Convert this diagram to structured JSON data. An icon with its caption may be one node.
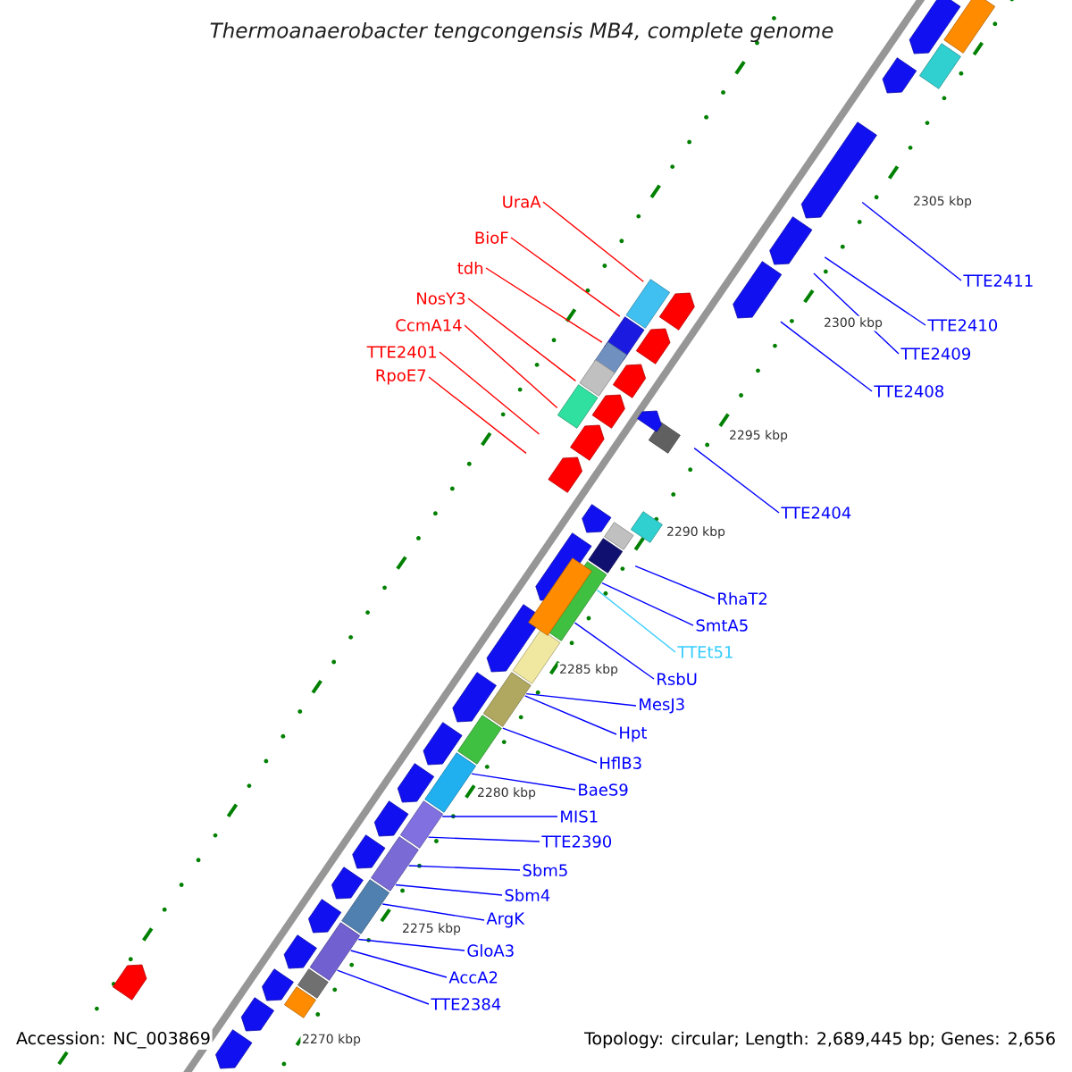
{
  "diagram": {
    "title": "Thermoanaerobacter tengcongensis MB4, complete genome",
    "nodes": [
      {
        "text": [
          "UraA"
        ]
      },
      {
        "text": [
          "BioF"
        ]
      },
      {
        "text": [
          "tdh"
        ]
      },
      {
        "text": [
          "NosY3"
        ]
      },
      {
        "text": [
          "CcmA14"
        ]
      },
      {
        "text": [
          "TTE2401"
        ]
      },
      {
        "text": [
          "RpoE7"
        ]
      },
      {
        "text": [
          "TTE2411"
        ]
      },
      {
        "text": [
          "TTE2410"
        ]
      },
      {
        "text": [
          "TTE2409"
        ]
      },
      {
        "text": [
          "TTE2408"
        ]
      },
      {
        "text": [
          "TTE2404"
        ]
      },
      {
        "text": [
          "RhaT2"
        ]
      },
      {
        "text": [
          "SmtA5"
        ]
      },
      {
        "text": [
          "TTEt51"
        ]
      },
      {
        "text": [
          "RsbU"
        ]
      },
      {
        "text": [
          "MesJ3"
        ]
      },
      {
        "text": [
          "Hpt"
        ]
      },
      {
        "text": [
          "HflB3"
        ]
      },
      {
        "text": [
          "BaeS9"
        ]
      },
      {
        "text": [
          "MIS1"
        ]
      },
      {
        "text": [
          "TTE2390"
        ]
      },
      {
        "text": [
          "Sbm5"
        ]
      },
      {
        "text": [
          "Sbm4"
        ]
      },
      {
        "text": [
          "ArgK"
        ]
      },
      {
        "text": [
          "GloA3"
        ]
      },
      {
        "text": [
          "AccA2"
        ]
      },
      {
        "text": [
          "TTE2384"
        ]
      }
    ],
    "edges": [
      {
        "from": 0,
        "to": null,
        "arrow": "none",
        "color": "#ff0000"
      },
      {
        "from": 1,
        "to": null,
        "arrow": "none",
        "color": "#ff0000"
      },
      {
        "from": 2,
        "to": null,
        "arrow": "none",
        "color": "#ff0000"
      },
      {
        "from": 3,
        "to": null,
        "arrow": "none",
        "color": "#ff0000"
      },
      {
        "from": 4,
        "to": null,
        "arrow": "none",
        "color": "#ff0000"
      },
      {
        "from": 5,
        "to": null,
        "arrow": "none",
        "color": "#ff0000"
      },
      {
        "from": 6,
        "to": null,
        "arrow": "none",
        "color": "#ff0000"
      },
      {
        "from": 7,
        "to": null,
        "arrow": "none"
      },
      {
        "from": 8,
        "to": null,
        "arrow": "none"
      },
      {
        "from": 9,
        "to": null,
        "arrow": "none"
      },
      {
        "from": 10,
        "to": null,
        "arrow": "none"
      },
      {
        "from": 11,
        "to": null,
        "arrow": "none"
      },
      {
        "from": 12,
        "to": null,
        "arrow": "none"
      },
      {
        "from": 13,
        "to": null,
        "arrow": "none"
      },
      {
        "from": 14,
        "to": null,
        "arrow": "none",
        "color": "#33ccff"
      },
      {
        "from": 15,
        "to": null,
        "arrow": "none"
      },
      {
        "from": 16,
        "to": null,
        "arrow": "none"
      },
      {
        "from": 17,
        "to": null,
        "arrow": "none"
      },
      {
        "from": 18,
        "to": null,
        "arrow": "none"
      },
      {
        "from": 19,
        "to": null,
        "arrow": "none"
      },
      {
        "from": 20,
        "to": null,
        "arrow": "none"
      },
      {
        "from": 21,
        "to": null,
        "arrow": "none"
      },
      {
        "from": 22,
        "to": null,
        "arrow": "none"
      },
      {
        "from": 23,
        "to": null,
        "arrow": "none"
      },
      {
        "from": 24,
        "to": null,
        "arrow": "none"
      },
      {
        "from": 25,
        "to": null,
        "arrow": "none"
      },
      {
        "from": 26,
        "to": null,
        "arrow": "none"
      },
      {
        "from": 27,
        "to": null,
        "arrow": "none"
      }
    ],
    "labels": [
      "2305 kbp",
      "2300 kbp",
      "2295 kbp",
      "2290 kbp",
      "2285 kbp",
      "2280 kbp",
      "2275 kbp",
      "Accession: NC_003869",
      "2270 kbp",
      "Topology: circular; Length: 2,689,445 bp; Genes: 2,656"
    ]
  }
}
